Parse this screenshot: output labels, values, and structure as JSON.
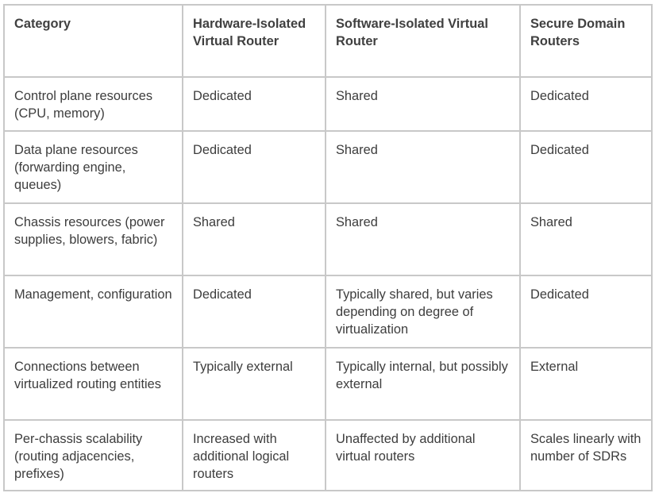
{
  "table": {
    "headers": [
      "Category",
      "Hardware-Isolated Virtual Router",
      "Software-Isolated Virtual Router",
      "Secure Domain Routers"
    ],
    "rows": [
      [
        "Control plane resources (CPU, memory)",
        "Dedicated",
        "Shared",
        "Dedicated"
      ],
      [
        "Data plane resources (forwarding engine, queues)",
        "Dedicated",
        "Shared",
        "Dedicated"
      ],
      [
        "Chassis resources (power supplies, blowers, fabric)",
        "Shared",
        "Shared",
        "Shared"
      ],
      [
        "Management, configuration",
        "Dedicated",
        "Typically shared, but varies depending on degree of virtualization",
        "Dedicated"
      ],
      [
        "Connections between virtualized routing entities",
        "Typically external",
        "Typically internal, but possibly external",
        "External"
      ],
      [
        "Per-chassis scalability (routing adjacencies, prefixes)",
        "Increased with additional logical routers",
        "Unaffected by additional virtual routers",
        "Scales linearly with number of SDRs"
      ]
    ]
  }
}
